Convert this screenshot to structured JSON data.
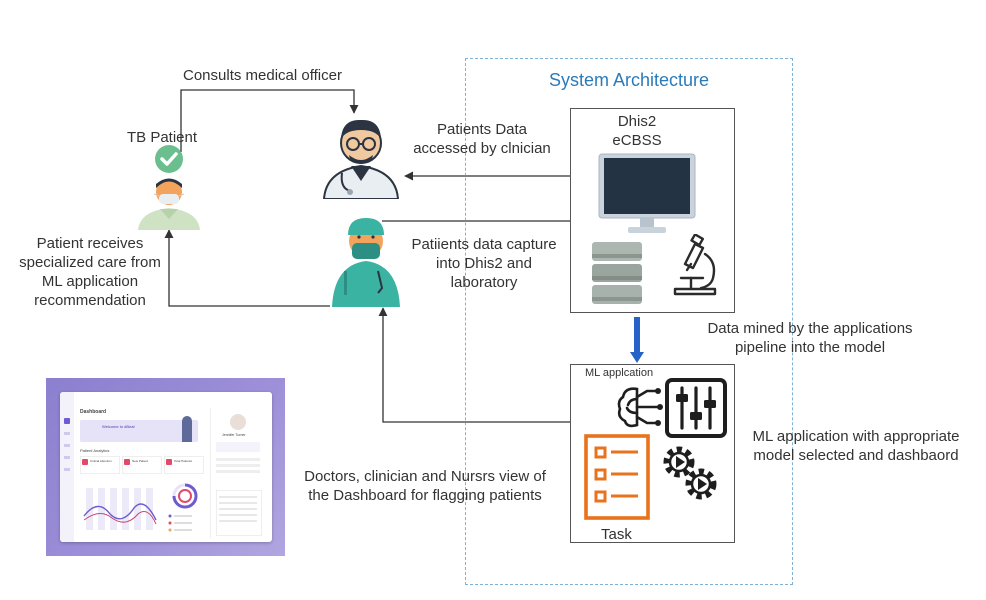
{
  "diagram": {
    "system_title": "System Architecture",
    "tb_patient": "TB Patient",
    "consults_label": "Consults medical officer",
    "patients_data_accessed": [
      "Patients Data",
      "accessed by clnician"
    ],
    "dhis2_label": [
      "Dhis2",
      "eCBSS"
    ],
    "patient_receives": [
      "Patient  receives",
      "specialized care from",
      "ML application",
      "recommendation"
    ],
    "data_capture": [
      "Patiients data capture",
      "into Dhis2 and",
      "laboratory"
    ],
    "data_mined": [
      "Data mined by the applications",
      "pipeline into the model"
    ],
    "ml_application_label": "ML applcation",
    "ml_app_description": [
      "ML application with appropriate",
      "model selected and dashbaord"
    ],
    "doctors_view": [
      "Doctors, clinician and Nursrs  view of",
      "the Dashboard for flagging patients"
    ],
    "task_label": "Task",
    "colors": {
      "accent_blue": "#2b7bb9",
      "task_orange": "#e8731c",
      "arrow_blue": "#2563c9",
      "dashboard_purple": "#8b7fcf"
    },
    "icons": [
      "check-circle-icon",
      "patient-avatar-icon",
      "doctor-avatar-icon",
      "nurse-avatar-icon",
      "monitor-icon",
      "database-icon",
      "microscope-icon",
      "brain-network-icon",
      "sliders-icon",
      "task-list-icon",
      "gears-icon"
    ]
  },
  "dashboard_mini": {
    "title": "Dashboard",
    "welcome": "Welcome to dBeat",
    "section": "Patient Analytics",
    "cards": [
      "Critical Attention",
      "New Patient",
      "Total Patients"
    ],
    "user_name": "Jennifer Turner"
  }
}
